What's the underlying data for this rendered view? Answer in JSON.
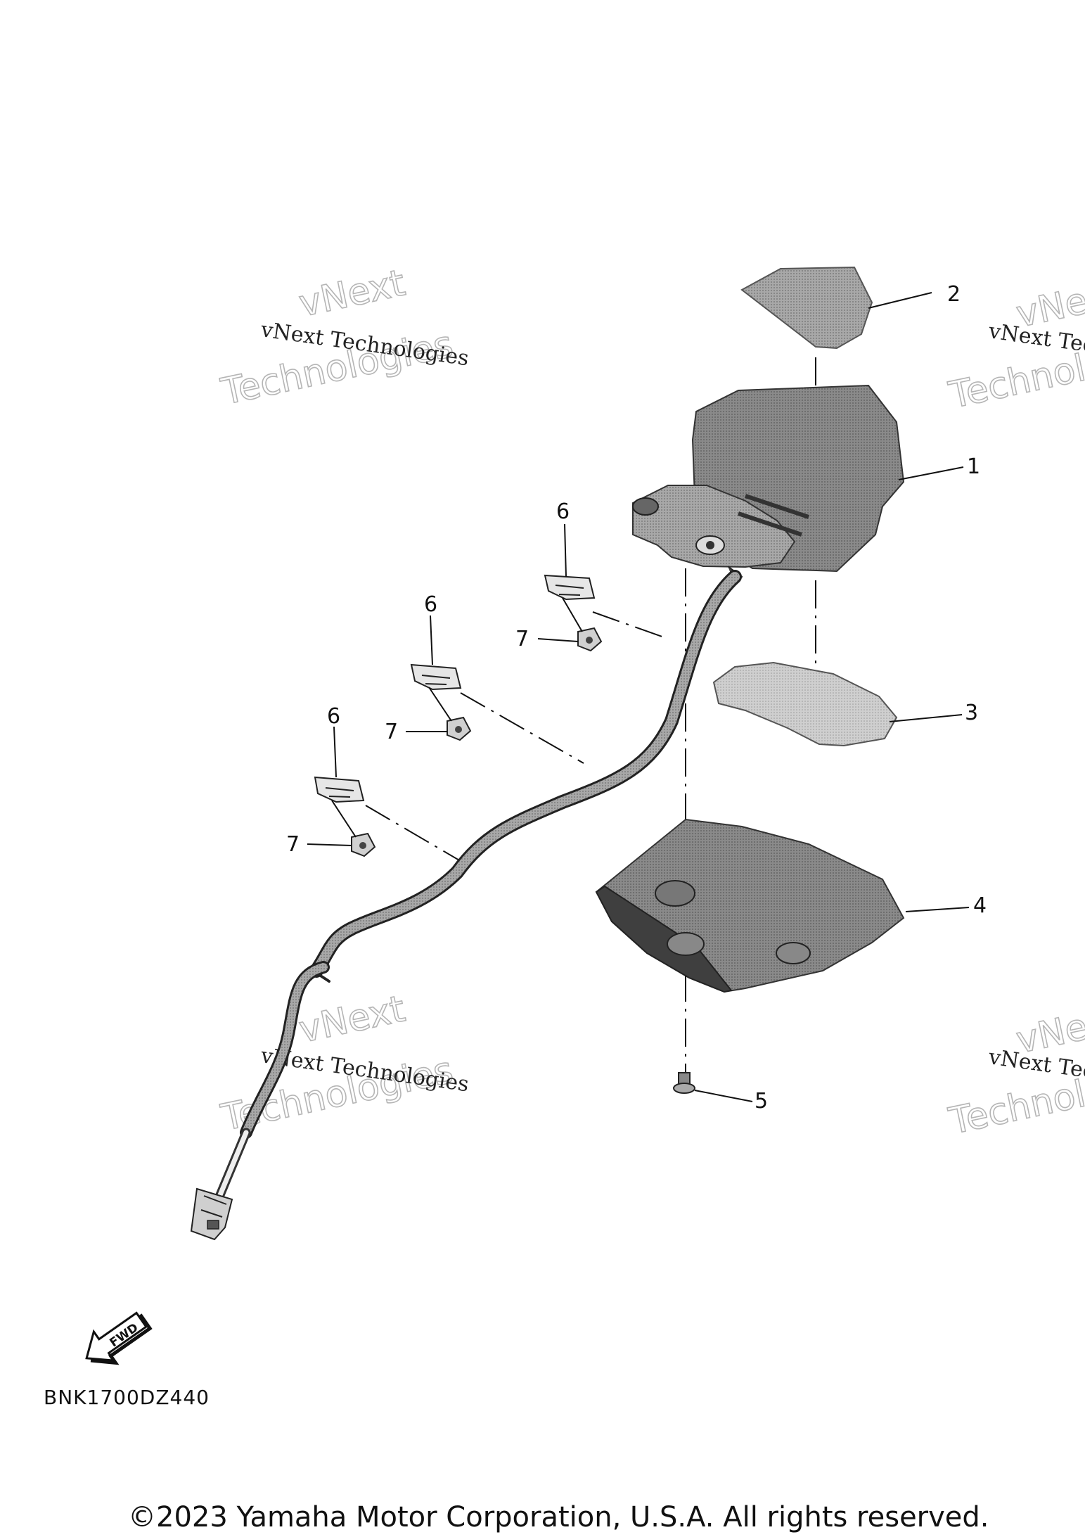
{
  "diagram": {
    "callouts": [
      "1",
      "2",
      "3",
      "4",
      "5",
      "6",
      "6",
      "6",
      "7",
      "7",
      "7"
    ],
    "fwd_label": "FWD",
    "diagram_code": "BNK1700DZ440",
    "copyright": "©2023 Yamaha Motor Corporation, U.S.A. All rights reserved."
  },
  "watermark": {
    "line1": "vNext Technologies",
    "line2": "vNext",
    "line3": "Technologies"
  },
  "colors": {
    "part_dark": "#6e6e6e",
    "part_light": "#c9c9c9",
    "line": "#111111",
    "watermark": "#b5b5b5"
  }
}
